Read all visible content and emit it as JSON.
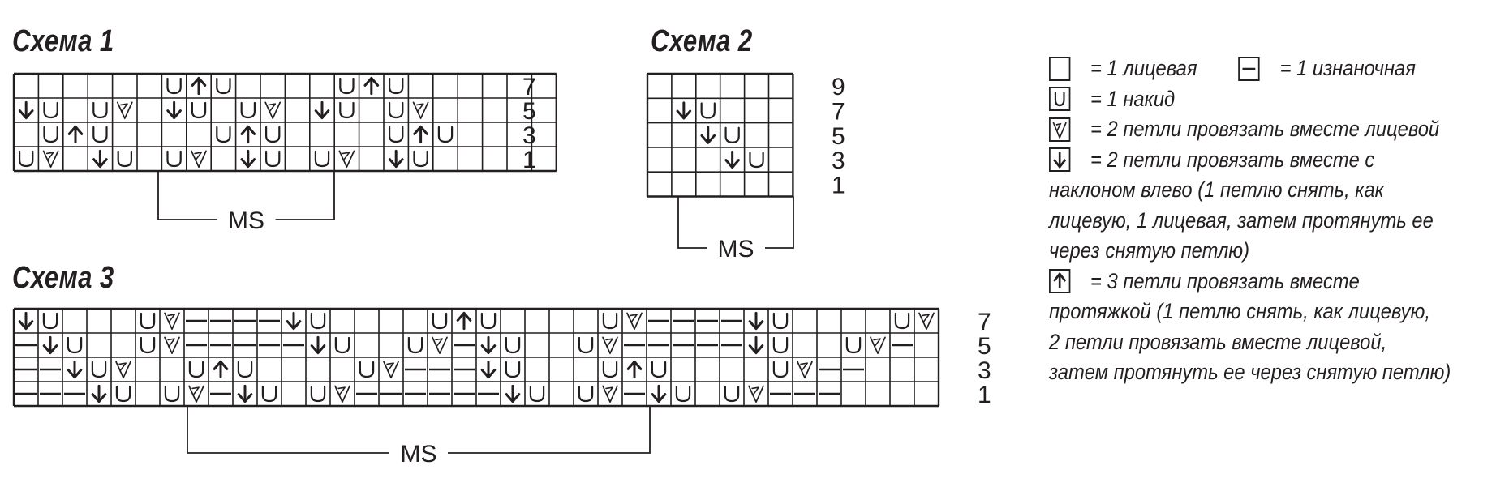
{
  "charts": [
    {
      "id": "schema1",
      "title": "Схема 1",
      "rows": [
        "......UAU....UAU......",
        "DU.UK.DU.UK.DU.UK",
        ".UAU....UAU....UAU..",
        "UK.DU.UK.DU.UK.DU"
      ],
      "row_labels": [
        "7",
        "5",
        "3",
        "1"
      ],
      "ms_label": "MS"
    },
    {
      "id": "schema2",
      "title": "Схема 2",
      "rows": [
        "......",
        ".DU...",
        "..DU..",
        "...DU.",
        "......"
      ],
      "row_labels": [
        "9",
        "7",
        "5",
        "3",
        "1"
      ],
      "ms_label": "MS"
    },
    {
      "id": "schema3",
      "title": "Схема 3",
      "rows": [
        "DU...UK----DU....UAU....UK----DU....UK",
        "-DU..UK-----DU..UK-DU..UK-----DU..UK-",
        "--DUK..UAU....UK---DU...UAU....UK--",
        "---DU.UK-DU.UK------DU.UK-DU.UK---"
      ],
      "row_labels": [
        "7",
        "5",
        "3",
        "1"
      ],
      "ms_label": "MS"
    }
  ],
  "legend": {
    "knit": "= 1 лицевая",
    "purl": "= 1 изнаночная",
    "yo": "= 1 накид",
    "k2tog": "= 2 петли провязать вместе лицевой",
    "ssk_lines": [
      "= 2 петли провязать вместе с",
      "наклоном влево (1 петлю снять, как",
      "лицевую, 1 лицевая, затем протянуть ее",
      "через снятую петлю)"
    ],
    "s2kp_lines": [
      "= 3 петли провязать вместе",
      "протяжкой (1 петлю снять, как лицевую,",
      "2 петли провязать вместе лицевой,",
      "затем протянуть ее через снятую петлю)"
    ]
  }
}
